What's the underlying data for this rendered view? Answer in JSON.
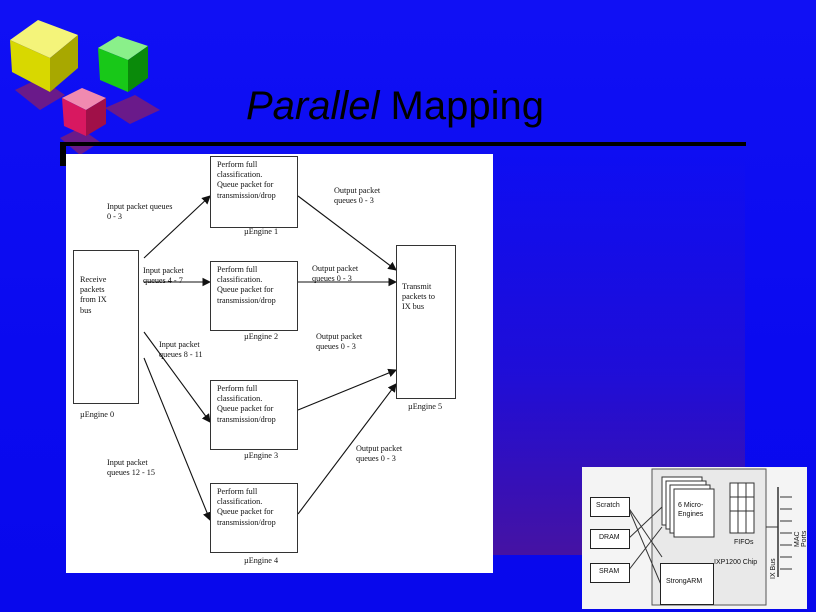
{
  "slide": {
    "title_italic": "Parallel",
    "title_rest": "Mapping",
    "accent_color": "#0b0bf2"
  },
  "diagram": {
    "engine0": {
      "box_text": "Receive\npackets\nfrom IX\nbus",
      "label": "µEngine 0"
    },
    "engine1": {
      "box_text": "Perform full\nclassification.\nQueue packet for\ntransmission/drop",
      "label": "µEngine 1"
    },
    "engine2": {
      "box_text": "Perform full\nclassification.\nQueue packet for\ntransmission/drop",
      "label": "µEngine 2"
    },
    "engine3": {
      "box_text": "Perform full\nclassification.\nQueue packet for\ntransmission/drop",
      "label": "µEngine 3"
    },
    "engine4": {
      "box_text": "Perform full\nclassification.\nQueue packet for\ntransmission/drop",
      "label": "µEngine 4"
    },
    "engine5": {
      "box_text": "Transmit\npackets to\nIX bus",
      "label": "µEngine 5"
    },
    "input_labels": [
      "Input packet queues\n0 - 3",
      "Input packet\nqueues 4 - 7",
      "Input packet\nqueues 8 - 11",
      "Input packet\nqueues 12 - 15"
    ],
    "output_labels": [
      "Output packet\nqueues 0 - 3",
      "Output packet\nqueues 0 - 3",
      "Output packet\nqueues 0 - 3",
      "Output packet\nqueues 0 - 3"
    ]
  },
  "chip": {
    "scratch": "Scratch",
    "dram": "DRAM",
    "sram": "SRAM",
    "micro_engines": "6 Micro-\nEngines",
    "fifos": "FIFOs",
    "strongarm": "StrongARM",
    "chip_label": "IXP1200 Chip",
    "ix_bus": "IX Bus",
    "mac_ports": "MAC Ports"
  },
  "logo": {
    "icon": "colored-cubes-logo"
  }
}
